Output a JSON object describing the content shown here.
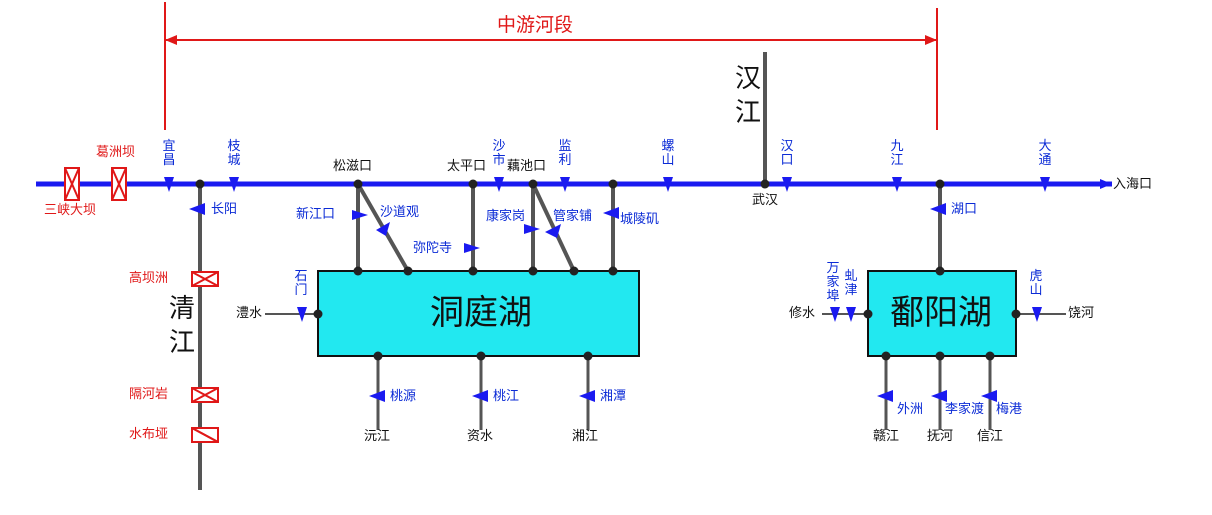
{
  "title": "中游河段",
  "sea": "入海口",
  "dams": {
    "sanxia": "三峡大坝",
    "gezhouba": "葛洲坝",
    "gaobazhou": "高坝洲",
    "geheyan": "隔河岩",
    "shuibuya": "水布垭"
  },
  "stations": {
    "yichang": "宜昌",
    "zhicheng": "枝城",
    "changyang": "长阳",
    "shashi": "沙市",
    "jianli": "监利",
    "luoshan": "螺山",
    "hankou": "汉口",
    "jiujiang": "九江",
    "datong": "大通",
    "xinjiangkou": "新江口",
    "shadaoguan": "沙道观",
    "mituosi": "弥陀寺",
    "kangjiagang": "康家岗",
    "guanjiapu": "管家铺",
    "chenglingji": "城陵矶",
    "shimen": "石门",
    "taoyuan": "桃源",
    "taojiang": "桃江",
    "xiangtan": "湘潭",
    "hukou": "湖口",
    "wanjiabu": "万家埠",
    "qiujin": "虬津",
    "hushan": "虎山",
    "waizhou": "外洲",
    "lijiadu": "李家渡",
    "meigang": "梅港"
  },
  "outlets": {
    "songzikou": "松滋口",
    "taipingkou": "太平口",
    "ouchikou": "藕池口"
  },
  "cities": {
    "wuhan": "武汉"
  },
  "rivers": {
    "hanjiang": "汉江",
    "qingjiang": "清江",
    "lishui": "澧水",
    "yuanjiang": "沅江",
    "zishui": "资水",
    "xiangjiang": "湘江",
    "xiushui": "修水",
    "raohe": "饶河",
    "ganjiang": "赣江",
    "fuhe": "抚河",
    "xinjiang": "信江"
  },
  "lakes": {
    "dongting": "洞庭湖",
    "poyang": "鄱阳湖"
  },
  "colors": {
    "river": "#1a1af0",
    "lake_fill": "#22e8f0",
    "dam": "#e01818",
    "channel": "#555555",
    "title": "#e01818"
  },
  "icons": {
    "station_marker": "blue-triangle",
    "node": "black-dot",
    "dam": "red-box-x"
  }
}
